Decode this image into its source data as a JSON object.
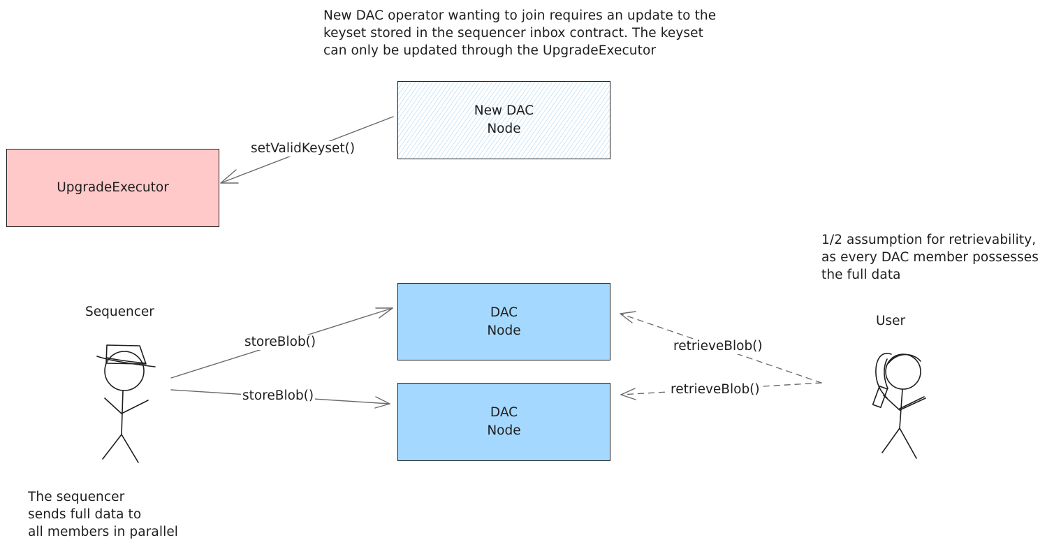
{
  "notes": {
    "top": [
      "New DAC operator wanting to join requires an update to the",
      "keyset stored in the sequencer inbox contract. The keyset",
      "can only be updated through the UpgradeExecutor"
    ],
    "right": [
      "1/2 assumption for retrievability,",
      "as every DAC member possesses",
      "the full data"
    ],
    "bottom_left": [
      "The sequencer",
      "sends full data to",
      "all members in parallel"
    ]
  },
  "nodes": {
    "new_dac": "New DAC\nNode",
    "upgrade_executor": "UpgradeExecutor",
    "dac_top": "DAC\nNode",
    "dac_bottom": "DAC\nNode"
  },
  "actors": {
    "sequencer": "Sequencer",
    "user": "User"
  },
  "edges": {
    "set_valid_keyset": "setValidKeyset()",
    "store_blob_1": "storeBlob()",
    "store_blob_2": "storeBlob()",
    "retrieve_blob_1": "retrieveBlob()",
    "retrieve_blob_2": "retrieveBlob()"
  },
  "colors": {
    "stroke": "#1e1e1e",
    "upgrade_executor_fill": "#ffc9c9",
    "dac_node_fill": "#a5d8ff",
    "new_node_hatch": "#cfe6f7"
  }
}
